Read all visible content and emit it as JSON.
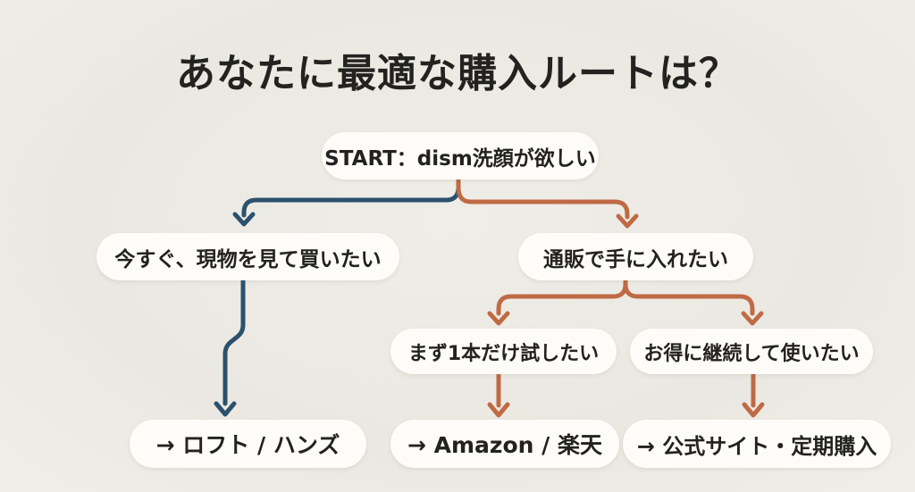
{
  "title": "あなたに最適な購入ルートは？",
  "colors": {
    "background": "#ECEAE3",
    "node_fill": "#FDFCF9",
    "text": "#222220",
    "navy_branch": "#2B516D",
    "orange_branch": "#C06A45"
  },
  "flowchart": {
    "start": {
      "label": "START：dism洗顔が欲しい"
    },
    "branch_instore": {
      "label": "今すぐ、現物を見て買いたい",
      "result": "→ ロフト / ハンズ"
    },
    "branch_online": {
      "label": "通販で手に入れたい",
      "children": [
        {
          "label": "まず1本だけ試したい",
          "result": "→ Amazon / 楽天"
        },
        {
          "label": "お得に継続して使いたい",
          "result": "→ 公式サイト・定期購入"
        }
      ]
    }
  }
}
